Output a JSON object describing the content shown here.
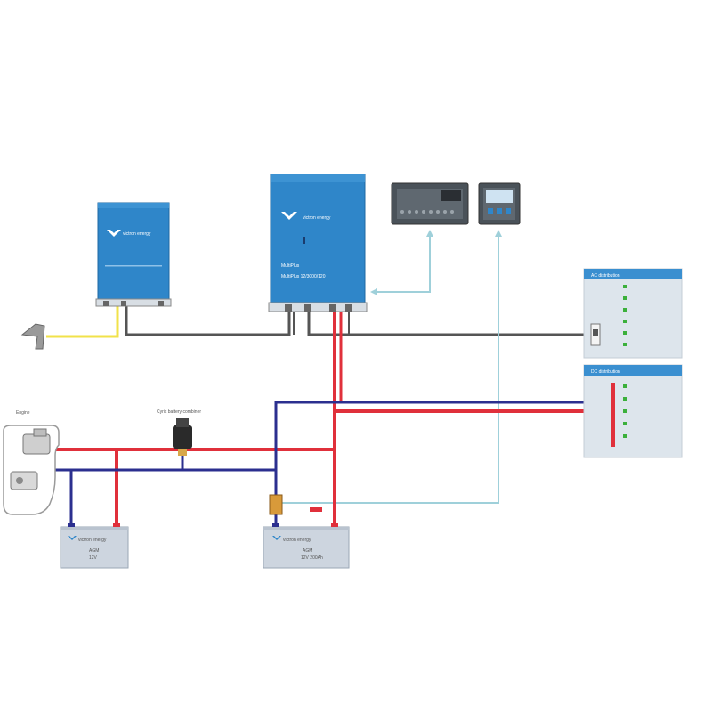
{
  "colors": {
    "blue_unit": "#2f86c9",
    "blue_unit_dark": "#2270ad",
    "wire_pos": "#e0303b",
    "wire_neg": "#2b2f8f",
    "wire_ac": "#555555",
    "wire_yellow": "#f1e24a",
    "wire_comm": "#9fd0da",
    "panel": "#dde5ec",
    "panel_header": "#3a8fd0",
    "breaker": "#3bb03b",
    "battery": "#cdd5df"
  },
  "charger": {
    "brand": "victron energy"
  },
  "inverter": {
    "brand": "victron energy",
    "model_line1": "MultiPlus",
    "model_line2": "MultiPlus 12/3000/120"
  },
  "battery_start": {
    "brand": "victron energy",
    "line1": "AGM",
    "line2": "12V"
  },
  "battery_house": {
    "brand": "victron energy",
    "line1": "AGM",
    "line2": "12V 200Ah"
  },
  "ac_panel": {
    "title": "AC distribution"
  },
  "dc_panel": {
    "title": "DC distribution"
  },
  "engine": {
    "label": "Engine"
  },
  "isolator": {
    "label": "Cyrix battery combiner"
  },
  "icons": [
    "shore-plug-icon",
    "display-panel-icon",
    "monitor-icon",
    "shunt-icon",
    "fuse-icon"
  ]
}
